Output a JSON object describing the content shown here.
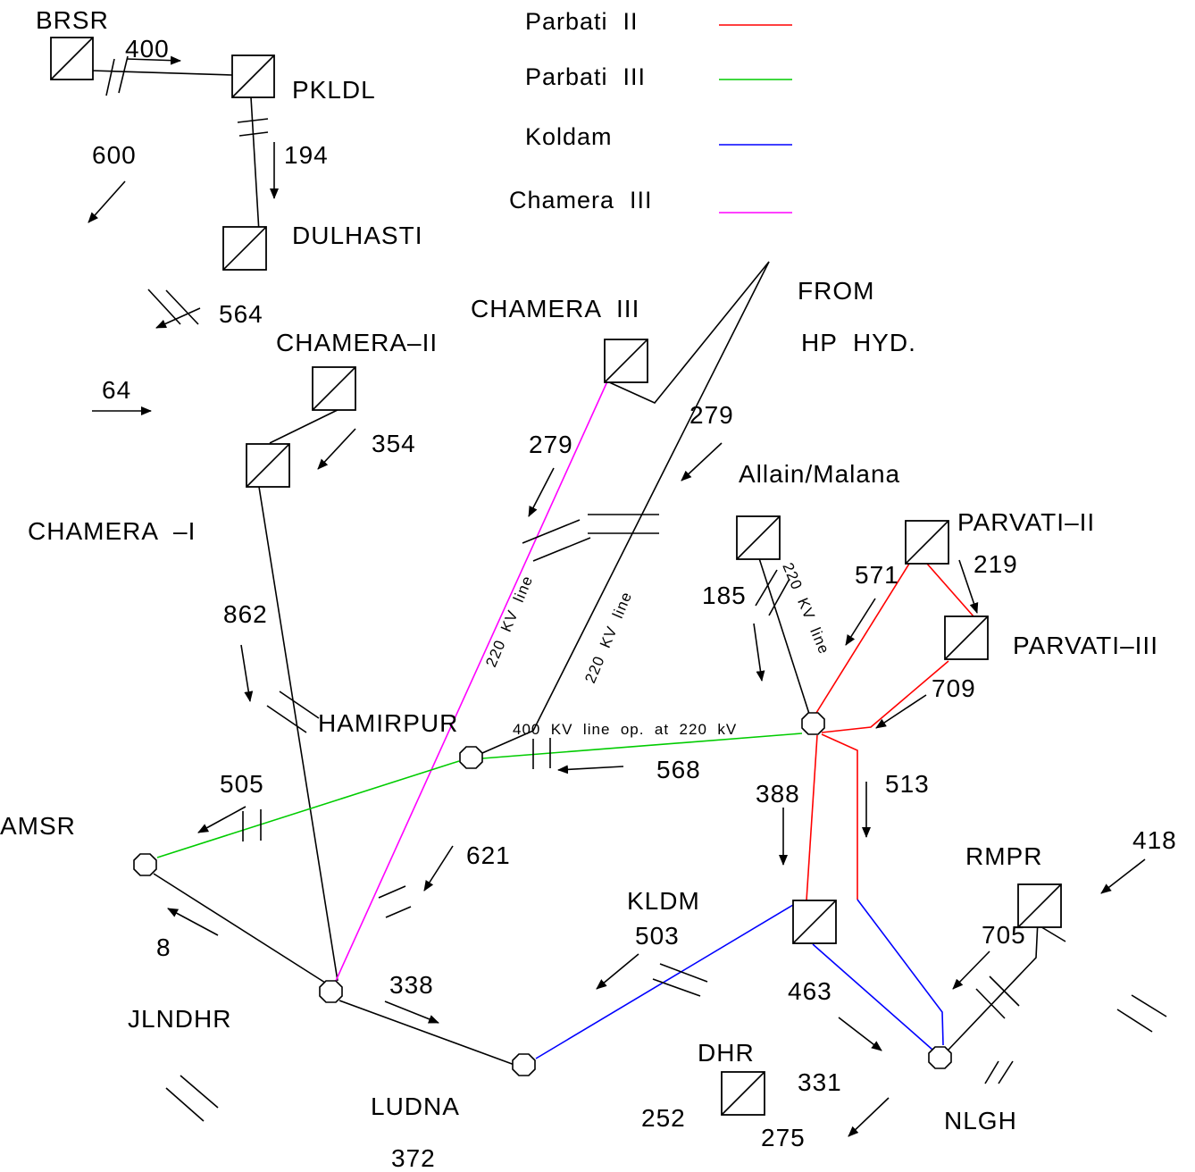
{
  "colors": {
    "parbati_ii": "#ff0000",
    "parbati_iii": "#00cc00",
    "koldam": "#0000ff",
    "chamera_iii": "#ff00ff",
    "default_line": "#000000"
  },
  "legend": [
    {
      "label": "Parbati  II",
      "color": "#ff0000"
    },
    {
      "label": "Parbati  III",
      "color": "#00cc00"
    },
    {
      "label": "Koldam",
      "color": "#0000ff"
    },
    {
      "label": "Chamera  III",
      "color": "#ff00ff"
    }
  ],
  "stations": {
    "brsr": "BRSR",
    "pkldl": "PKLDL",
    "dulhasti": "DULHASTI",
    "chamera_ii": "CHAMERA–II",
    "chamera_iii": "CHAMERA  III",
    "chamera_i": "CHAMERA  –I",
    "from": "FROM",
    "hp_hyd": "HP  HYD.",
    "allain_malana": "Allain/Malana",
    "parvati_ii": "PARVATI–II",
    "parvati_iii": "PARVATI–III",
    "hamirpur": "HAMIRPUR",
    "amsr": "AMSR",
    "jlndhr": "JLNDHR",
    "ludna": "LUDNA",
    "kldm": "KLDM",
    "rmpr": "RMPR",
    "dhr": "DHR",
    "nlgh": "NLGH"
  },
  "line_labels": {
    "kv220_chamera": "220  KV  line",
    "kv220_hp": "220  KV  line",
    "kv220_allain": "220  KV  line",
    "kv400": "400  KV  line  op.  at  220  kV"
  },
  "flows": {
    "f400": "400",
    "f194": "194",
    "f600": "600",
    "f564": "564",
    "f64": "64",
    "f354": "354",
    "f279a": "279",
    "f279b": "279",
    "f185": "185",
    "f571": "571",
    "f219": "219",
    "f862": "862",
    "f709": "709",
    "f505": "505",
    "f568": "568",
    "f388": "388",
    "f513": "513",
    "f621": "621",
    "f418": "418",
    "f503": "503",
    "f705": "705",
    "f8": "8",
    "f338": "338",
    "f463": "463",
    "f331": "331",
    "f252": "252",
    "f275": "275",
    "f372": "372"
  }
}
